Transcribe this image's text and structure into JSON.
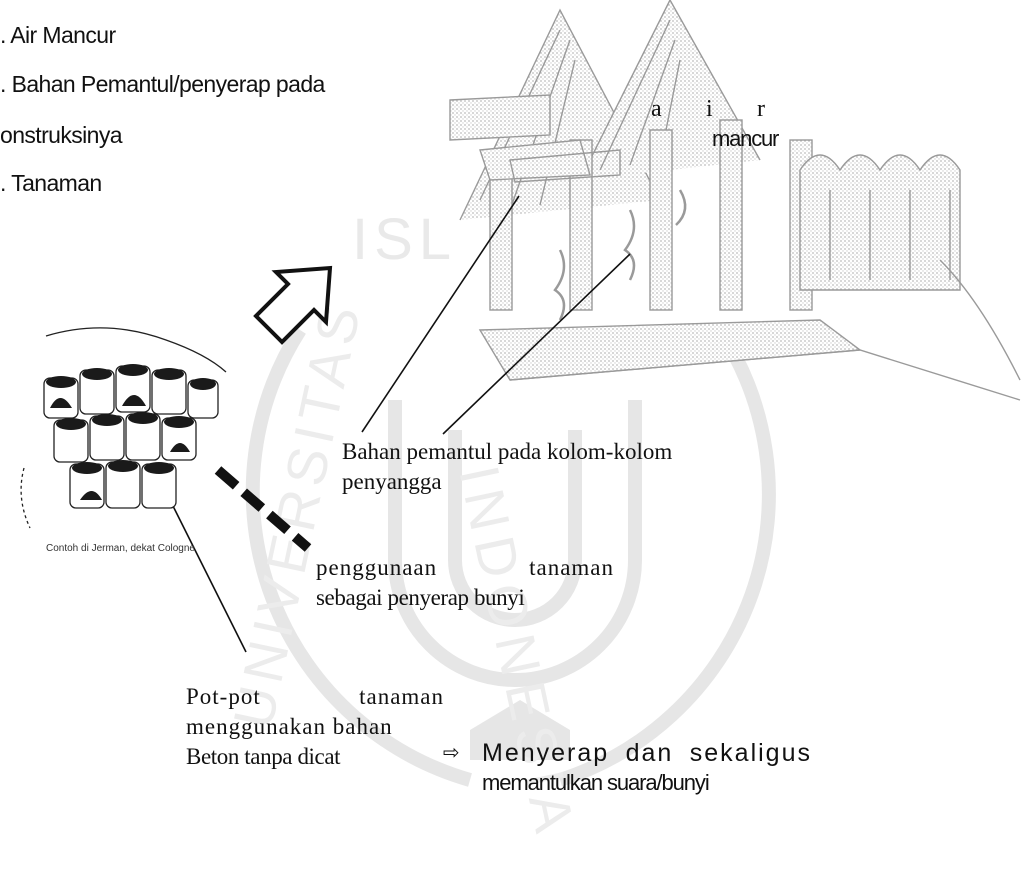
{
  "list": {
    "item1": ". Air Mancur",
    "item2": ". Bahan Pemantul/penyerap pada",
    "item3": "onstruksinya",
    "item4": ". Tanaman"
  },
  "watermark": {
    "top_left_word": "ISL",
    "right_word": "INDONESIA",
    "left_word": "UNIVERSITAS"
  },
  "labels": {
    "air_a": "a",
    "air_i": "i",
    "air_r": "r",
    "mancur": "mancur",
    "bahan_line1": "Bahan pemantul pada kolom-kolom",
    "bahan_line2": "penyangga",
    "photo_caption": "Contoh di Jerman, dekat Cologne",
    "penggunaan_w1": "penggunaan",
    "penggunaan_w2": "tanaman",
    "penggunaan_line2": "sebagai penyerap bunyi",
    "pot_w1": "Pot-pot",
    "pot_w2": "tanaman",
    "pot_line2": "menggunakan bahan",
    "pot_line3": "Beton tanpa dicat",
    "arrow_symbol": "⇨",
    "menyerap_w1": "Menyerap",
    "menyerap_w2": "dan",
    "menyerap_w3": "sekaligus",
    "menyerap_line2": "memantulkan suara/bunyi"
  },
  "colors": {
    "text": "#111111",
    "watermark": "#e6e6e6",
    "sketch": "#9a9a9a"
  }
}
